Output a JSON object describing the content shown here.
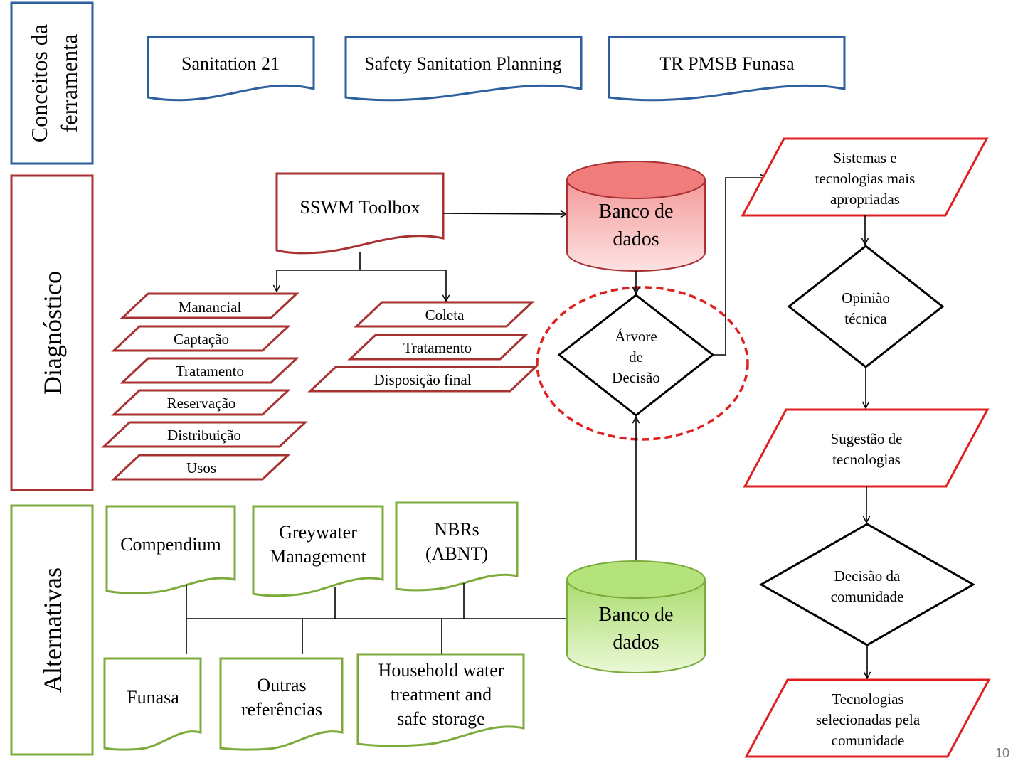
{
  "colors": {
    "blue": "#2e5f9e",
    "dark_red": "#a83232",
    "red": "#e02020",
    "green": "#7cab3c",
    "db_red": "#f07c7c",
    "db_green": "#b3e37a",
    "dashed_red": "#e02020"
  },
  "sections": {
    "conceitos": [
      "Conceitos da",
      "ferramenta"
    ],
    "diagnostico": "Diagnóstico",
    "alternativas": "Alternativas"
  },
  "concepts": {
    "sanitation21": "Sanitation 21",
    "safety": "Safety Sanitation Planning",
    "tr_pmsb": "TR PMSB Funasa"
  },
  "diagnostico": {
    "toolbox": "SSWM Toolbox",
    "water": [
      "Manancial",
      "Captação",
      "Tratamento",
      "Reservação",
      "Distribuição",
      "Usos"
    ],
    "sewage": [
      "Coleta",
      "Tratamento",
      "Disposição final"
    ]
  },
  "databases": {
    "top": [
      "Banco de",
      "dados"
    ],
    "bottom": [
      "Banco de",
      "dados"
    ]
  },
  "decision_tree": [
    "Árvore",
    "de",
    "Decisão"
  ],
  "alternativas": {
    "compendium": "Compendium",
    "greywater": [
      "Greywater",
      "Management"
    ],
    "nbrs": [
      "NBRs",
      "(ABNT)"
    ],
    "funasa": "Funasa",
    "outras": [
      "Outras",
      "referências"
    ],
    "household": [
      "Household water",
      "treatment and",
      "safe storage"
    ]
  },
  "flow": {
    "sistemas": [
      "Sistemas e",
      "tecnologias mais",
      "apropriadas"
    ],
    "opiniao": [
      "Opinião",
      "técnica"
    ],
    "sugestao": [
      "Sugestão de",
      "tecnologias"
    ],
    "decisao": [
      "Decisão da",
      "comunidade"
    ],
    "selecionadas": [
      "Tecnologias",
      "selecionadas pela",
      "comunidade"
    ]
  },
  "page_number": "10"
}
